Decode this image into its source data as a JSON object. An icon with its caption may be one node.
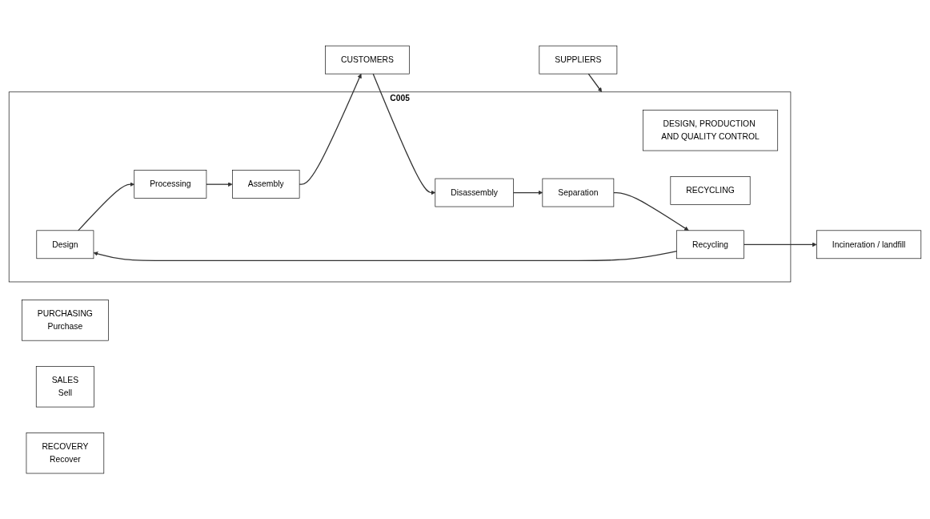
{
  "diagram": {
    "nodes": [
      {
        "text": [
          "PURCHASING",
          "Purchase"
        ]
      },
      {
        "text": [
          "C005"
        ]
      },
      {
        "text": [
          "DESIGN, PRODUCTION AND QUALITY CONTROL"
        ],
        "in": 1
      },
      {
        "text": [
          "Design"
        ],
        "in": 1
      },
      {
        "text": [
          "Processing"
        ],
        "in": 1
      },
      {
        "text": [
          "Assembly"
        ],
        "in": 1
      },
      {
        "text": [
          "SALES",
          "Sell"
        ]
      },
      {
        "text": [
          "SUPPLIERS"
        ]
      },
      {
        "text": [
          "CUSTOMERS"
        ]
      },
      {
        "text": [
          "RECYCLING"
        ],
        "in": 1
      },
      {
        "text": [
          "Recycling"
        ],
        "in": 1
      },
      {
        "text": [
          "Separation"
        ],
        "in": 1
      },
      {
        "text": [
          "Disassembly"
        ],
        "in": 1
      },
      {
        "text": [
          "Incineration / landfill"
        ]
      },
      {
        "text": [
          "RECOVERY",
          "Recover"
        ]
      }
    ],
    "edges": [
      {
        "from": 7,
        "to": 1,
        "arrow": "to"
      },
      {
        "from": 10,
        "to": 3,
        "arrow": "to"
      },
      {
        "from": 3,
        "to": 4,
        "arrow": "to"
      },
      {
        "from": 4,
        "to": 5,
        "arrow": "to"
      },
      {
        "from": 5,
        "to": 8,
        "arrow": "to"
      },
      {
        "from": 8,
        "to": 12,
        "arrow": "to"
      },
      {
        "from": 12,
        "to": 11,
        "arrow": "to"
      },
      {
        "from": 11,
        "to": 10,
        "arrow": "to"
      },
      {
        "from": 10,
        "to": 13,
        "arrow": "to"
      }
    ]
  }
}
